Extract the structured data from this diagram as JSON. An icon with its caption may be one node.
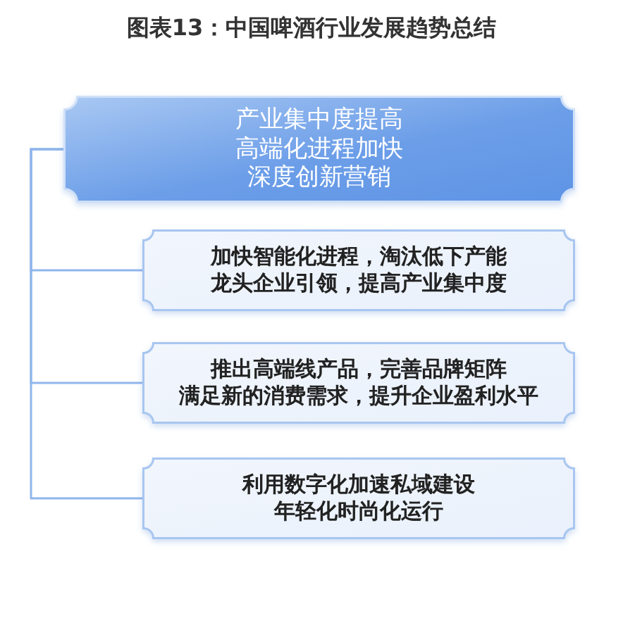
{
  "diagram": {
    "title": "图表13：中国啤酒行业发展趋势总结",
    "nodes": [
      {
        "text": [
          "产业集中度提高",
          "高端化进程加快",
          "深度创新营销"
        ]
      },
      {
        "text": [
          "加快智能化进程，淘汰低下产能",
          "龙头企业引领，提高产业集中度"
        ]
      },
      {
        "text": [
          "推出高端线产品，完善品牌矩阵",
          "满足新的消费需求，提升企业盈利水平"
        ]
      },
      {
        "text": [
          "利用数字化加速私域建设",
          "年轻化时尚化运行"
        ]
      }
    ],
    "edges": [
      {
        "from": 0,
        "to": 1,
        "arrow": "none"
      },
      {
        "from": 0,
        "to": 2,
        "arrow": "none"
      },
      {
        "from": 0,
        "to": 3,
        "arrow": "none"
      }
    ]
  }
}
